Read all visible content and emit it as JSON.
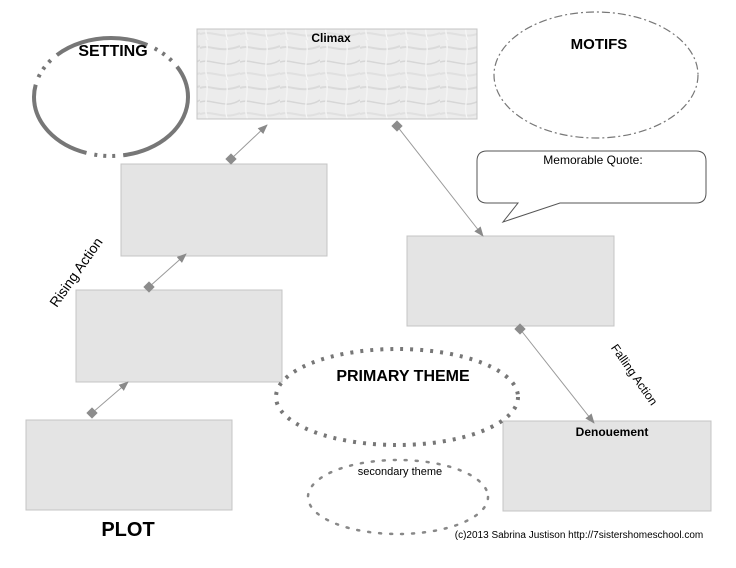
{
  "labels": {
    "setting": "SETTING",
    "climax": "Climax",
    "motifs": "MOTIFS",
    "memorable_quote": "Memorable Quote:",
    "rising_action": "Rising Action",
    "falling_action": "Falling Action",
    "primary_theme": "PRIMARY THEME",
    "secondary_theme": "secondary theme",
    "denouement": "Denouement",
    "plot": "PLOT",
    "copyright": "(c)2013 Sabrina Justison http://7sistershomeschool.com"
  },
  "colors": {
    "box_fill": "#e4e4e4",
    "ellipse_stroke": "#777777",
    "arrow": "#9a9a9a"
  }
}
